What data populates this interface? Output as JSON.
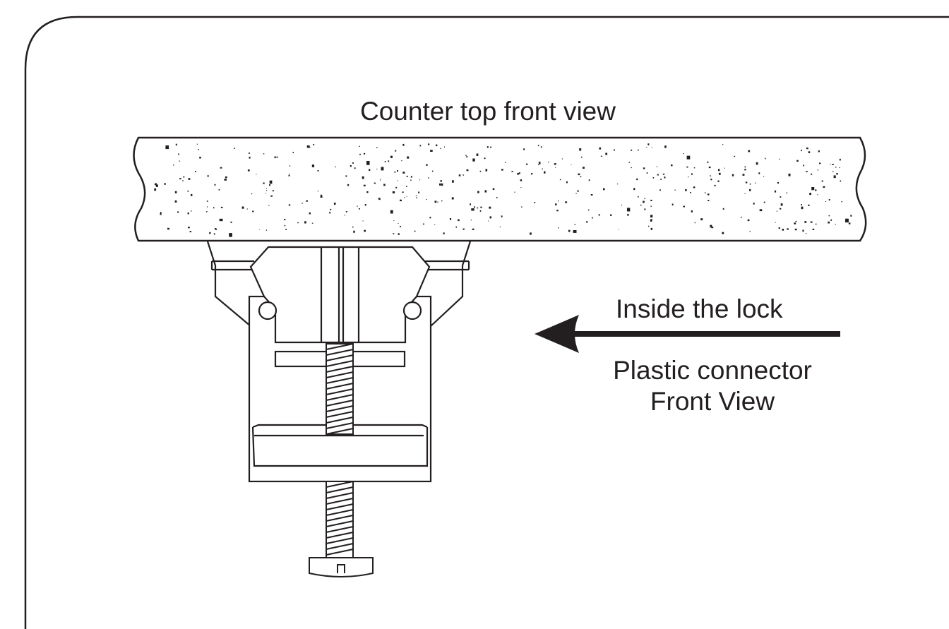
{
  "labels": {
    "counter_top": "Counter top front view",
    "inside_lock": "Inside the lock",
    "connector_line1": "Plastic connector",
    "connector_line2": "Front View"
  },
  "colors": {
    "ink": "#231f20",
    "paper": "#ffffff"
  }
}
